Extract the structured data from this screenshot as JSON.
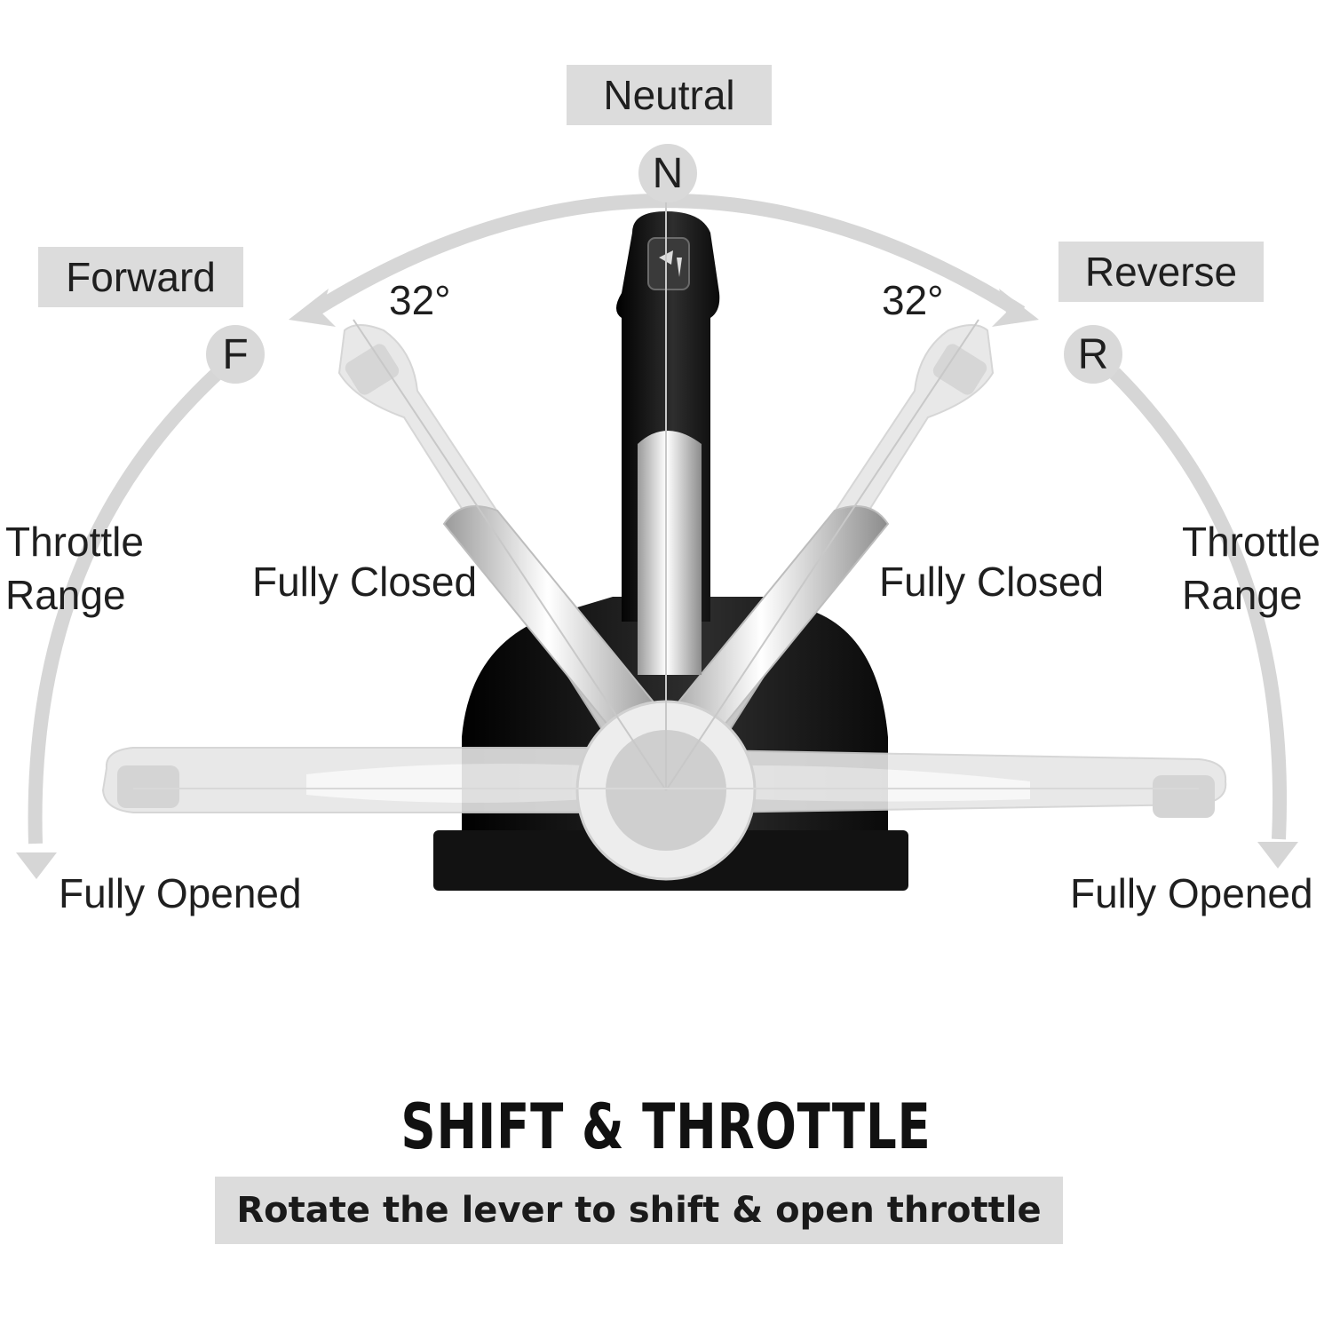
{
  "title": "SHIFT & THROTTLE",
  "subtitle": "Rotate the lever to shift & open throttle",
  "positions": {
    "neutral": {
      "label": "Neutral",
      "letter": "N"
    },
    "forward": {
      "label": "Forward",
      "letter": "F",
      "angle": "32°"
    },
    "reverse": {
      "label": "Reverse",
      "letter": "R",
      "angle": "32°"
    }
  },
  "forward_side": {
    "throttle_range": [
      "Throttle",
      "Range"
    ],
    "fully_closed": "Fully Closed",
    "fully_opened": "Fully Opened"
  },
  "reverse_side": {
    "throttle_range": [
      "Throttle",
      "Range"
    ],
    "fully_closed": "Fully Closed",
    "fully_opened": "Fully Opened"
  },
  "colors": {
    "label_box": "#dcdcdc",
    "arc": "#d6d6d6",
    "lever_black": "#151515",
    "ghost_lever": "#e2e2e2"
  },
  "icons": [
    "shift-throttle-control-icon",
    "arrow-icon"
  ]
}
